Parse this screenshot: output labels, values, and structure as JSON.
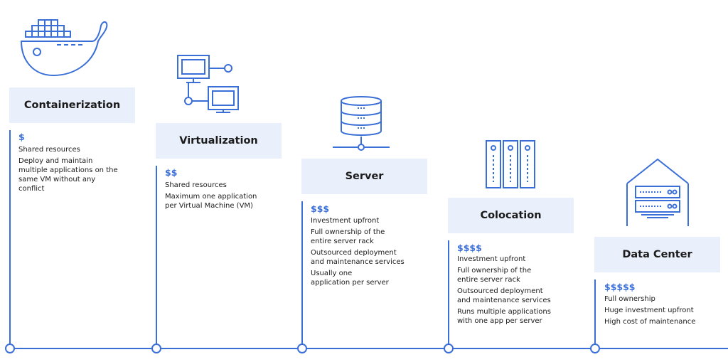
{
  "stages": [
    {
      "title": "Containerization",
      "cost": "$",
      "items": [
        "Shared resources",
        "Deploy and maintain multiple applications on the same VM without any conflict"
      ]
    },
    {
      "title": "Virtualization",
      "cost": "$$",
      "items": [
        "Shared resources",
        "Maximum one application per Virtual Machine (VM)"
      ]
    },
    {
      "title": "Server",
      "cost": "$$$",
      "items": [
        "Investment upfront",
        "Full ownership of the entire server rack",
        "Outsourced deployment and maintenance services",
        "Usually one application per server"
      ]
    },
    {
      "title": "Colocation",
      "cost": "$$$$",
      "items": [
        "Investment upfront",
        "Full ownership of the entire server rack",
        "Outsourced deployment and maintenance services",
        "Runs multiple applications with one app per server"
      ]
    },
    {
      "title": "Data Center",
      "cost": "$$$$$",
      "items": [
        "Full ownership",
        "Huge investment upfront",
        "High cost of maintenance"
      ]
    }
  ],
  "icons": [
    "docker-whale-icon",
    "virtual-machines-icon",
    "server-database-icon",
    "server-racks-icon",
    "data-center-building-icon"
  ],
  "colors": {
    "accent": "#3b6fd8",
    "box": "#e9effb",
    "text": "#1b1b1b"
  }
}
